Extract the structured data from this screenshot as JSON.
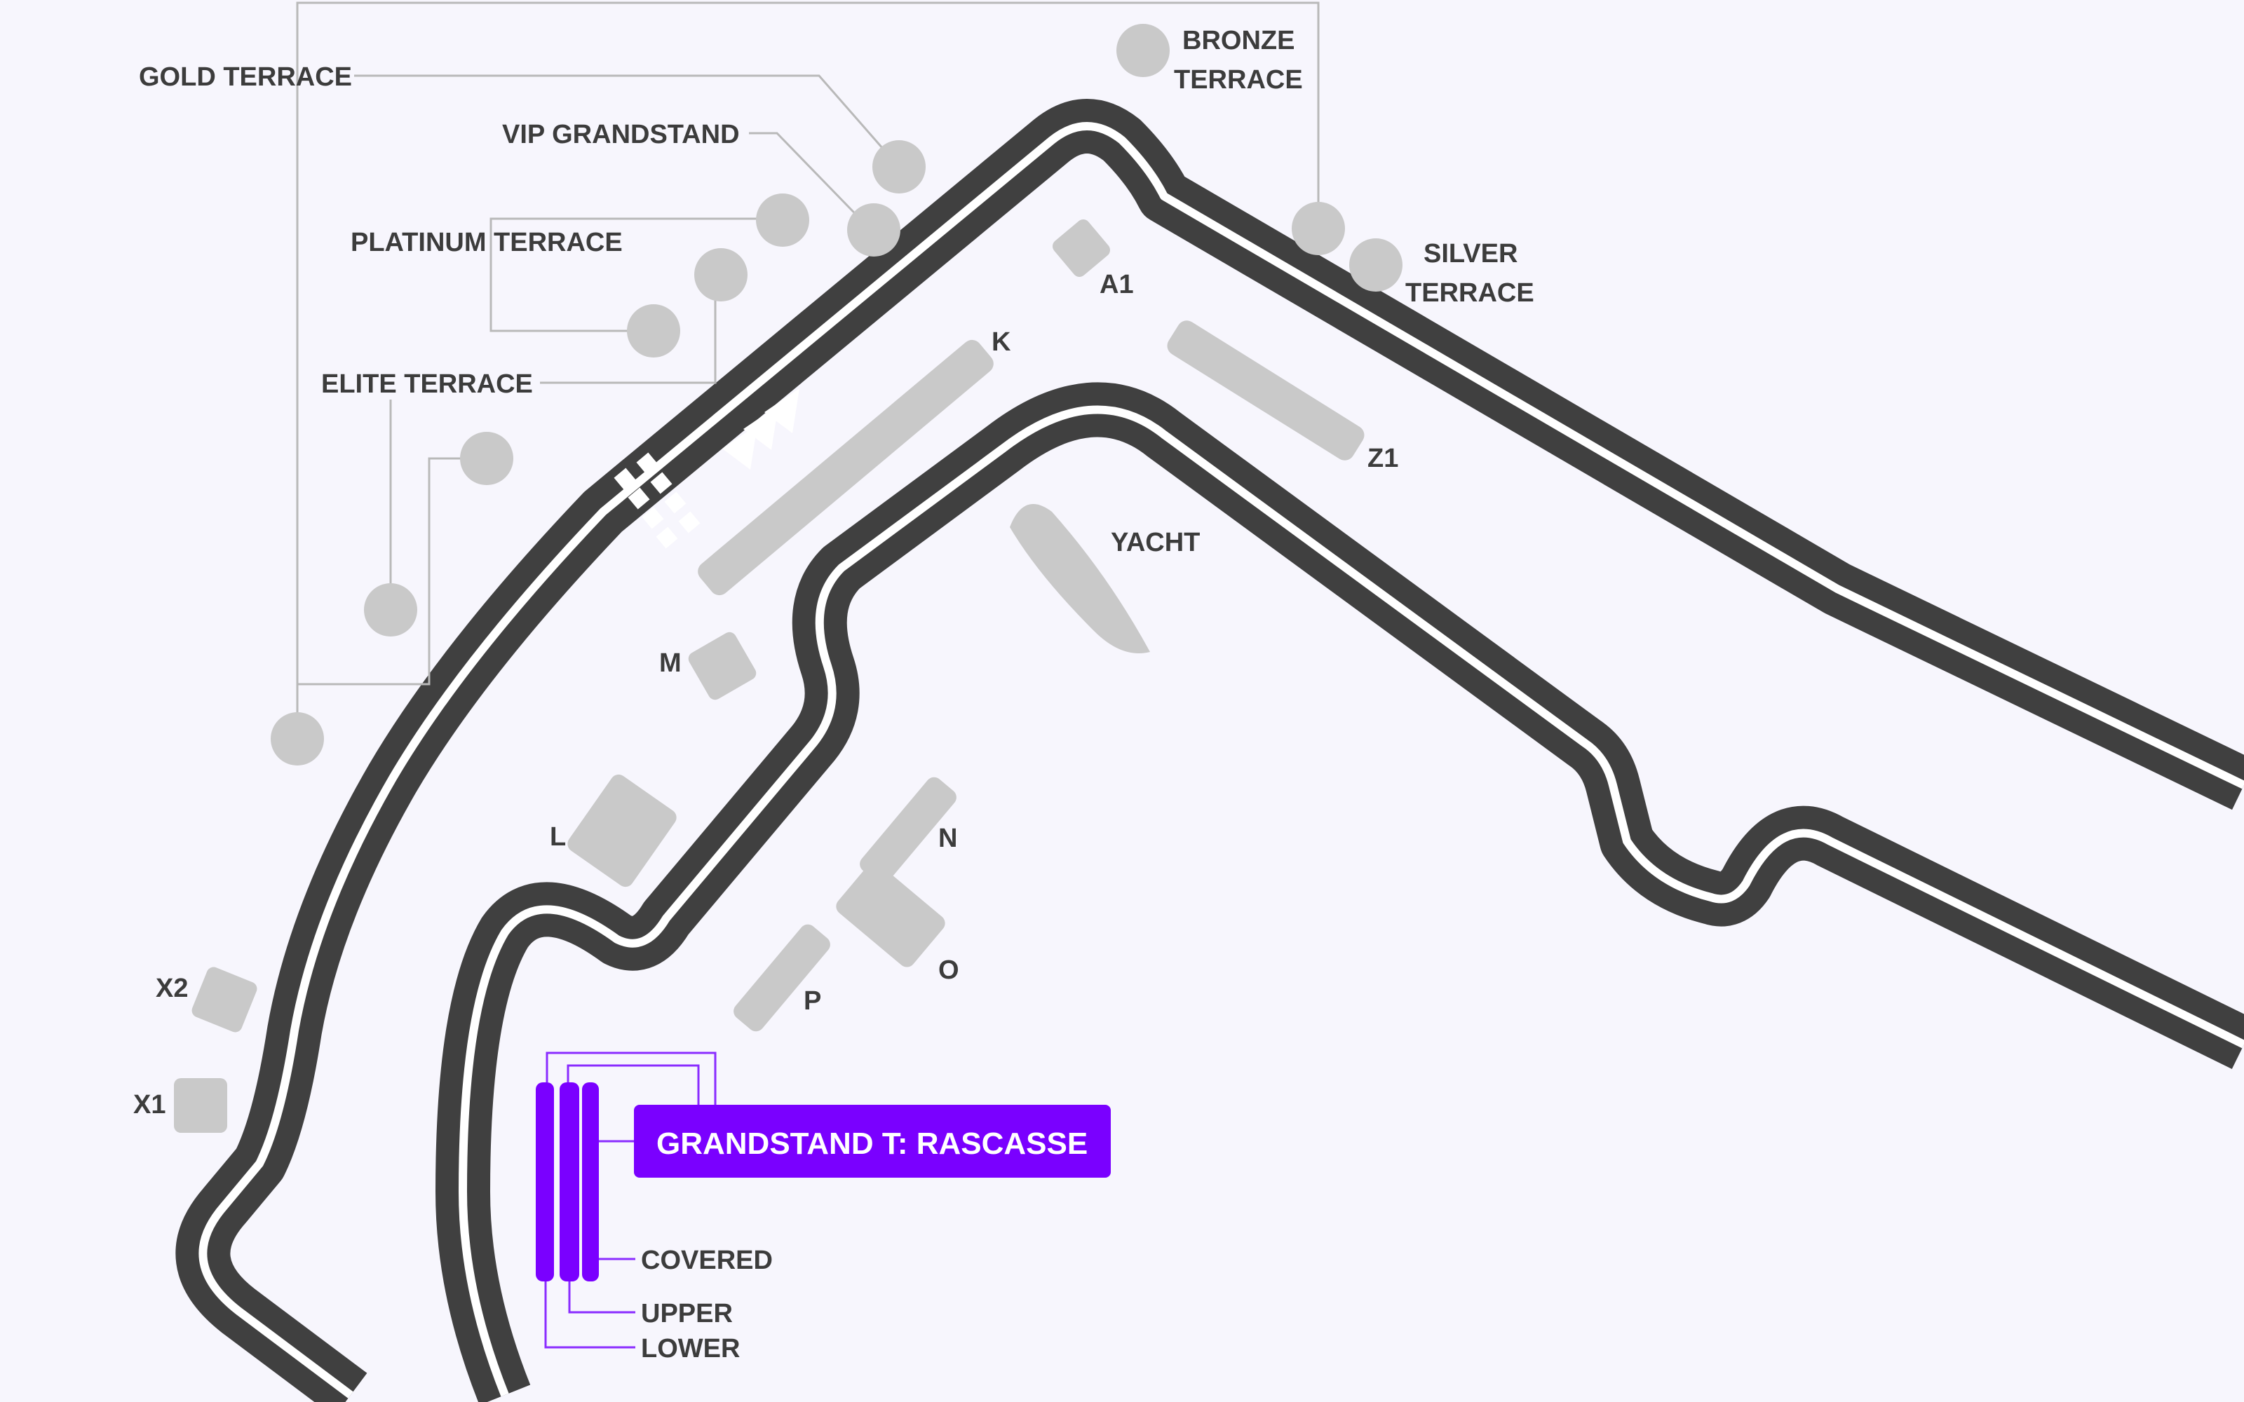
{
  "map": {
    "colors": {
      "background": "#f7f6fd",
      "track": "#404040",
      "track_line": "#ffffff",
      "zone": "#c9c9c9",
      "leader": "#b9b9b9",
      "highlight": "#7a00ff",
      "label": "#3c3c3c"
    },
    "terraces": {
      "gold": "GOLD TERRACE",
      "vip": "VIP GRANDSTAND",
      "platinum": "PLATINUM TERRACE",
      "elite": "ELITE TERRACE",
      "bronze_line1": "BRONZE",
      "bronze_line2": "TERRACE",
      "silver_line1": "SILVER",
      "silver_line2": "TERRACE"
    },
    "sections": {
      "a1": "A1",
      "k": "K",
      "z1": "Z1",
      "yacht": "YACHT",
      "m": "M",
      "l": "L",
      "n": "N",
      "o": "O",
      "p": "P",
      "x1": "X1",
      "x2": "X2"
    },
    "highlight": {
      "title": "GRANDSTAND T: RASCASSE",
      "levels": {
        "covered": "COVERED",
        "upper": "UPPER",
        "lower": "LOWER"
      }
    },
    "icons": {
      "start_finish": "checkered-flag-icon",
      "direction": "direction-arrows-icon"
    }
  }
}
